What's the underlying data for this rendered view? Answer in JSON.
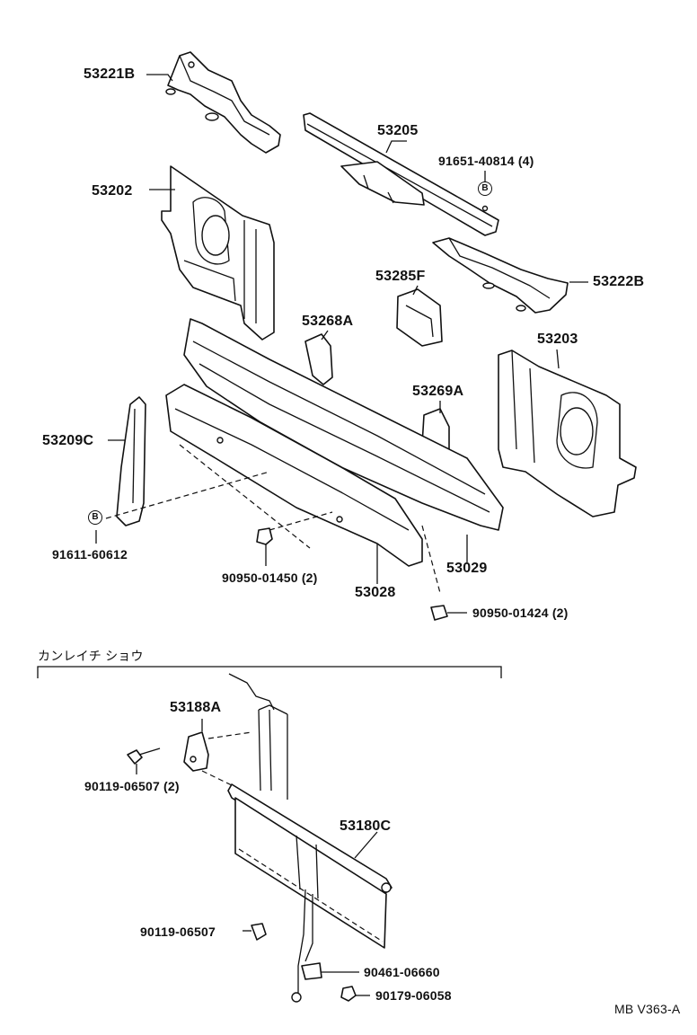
{
  "labels": {
    "p53221B": "53221B",
    "p53205": "53205",
    "p91651": "91651-40814 (4)",
    "p53202": "53202",
    "p53285F": "53285F",
    "p53222B": "53222B",
    "p53268A": "53268A",
    "p53203": "53203",
    "p53269A": "53269A",
    "p53209C": "53209C",
    "p91611": "91611-60612",
    "p90950a": "90950-01450 (2)",
    "p53029": "53029",
    "p53028": "53028",
    "p90950b": "90950-01424 (2)",
    "section": "カンレイチ ショウ",
    "p53188A": "53188A",
    "p90119a": "90119-06507 (2)",
    "p53180C": "53180C",
    "p90119b": "90119-06507",
    "p90461": "90461-06660",
    "p90179": "90179-06058",
    "diagram_id": "MB V363-A"
  },
  "markers": {
    "b1": "B",
    "b2": "B"
  },
  "icons": {
    "bolt": "bolt-icon",
    "clip": "clip-icon",
    "nut": "nut-icon"
  }
}
